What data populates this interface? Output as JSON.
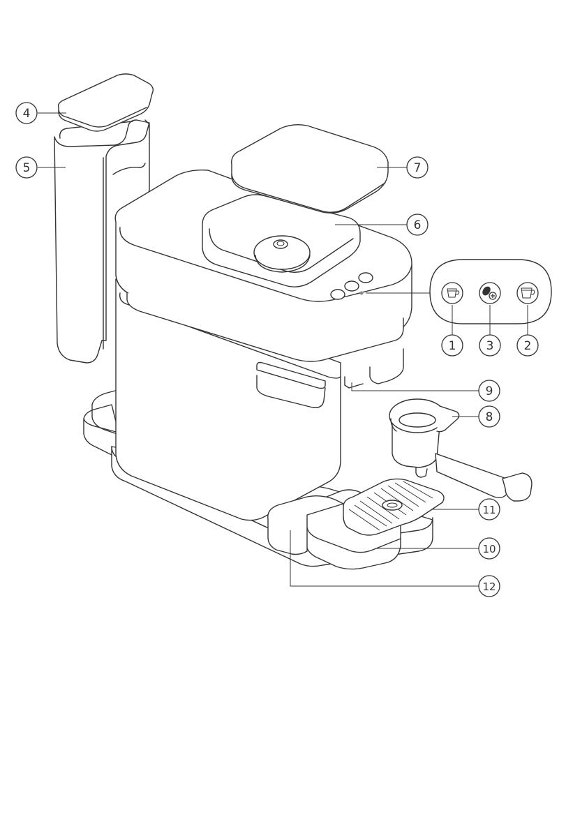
{
  "callouts": [
    {
      "id": "4",
      "label": "4"
    },
    {
      "id": "5",
      "label": "5"
    },
    {
      "id": "7",
      "label": "7"
    },
    {
      "id": "6",
      "label": "6"
    },
    {
      "id": "1",
      "label": "1"
    },
    {
      "id": "3",
      "label": "3"
    },
    {
      "id": "2",
      "label": "2"
    },
    {
      "id": "9",
      "label": "9"
    },
    {
      "id": "8",
      "label": "8"
    },
    {
      "id": "11",
      "label": "11"
    },
    {
      "id": "10",
      "label": "10"
    },
    {
      "id": "12",
      "label": "12"
    }
  ],
  "control_panel": {
    "buttons": [
      {
        "icon": "espresso-cup-icon"
      },
      {
        "icon": "bean-plus-icon"
      },
      {
        "icon": "large-cup-icon"
      }
    ]
  },
  "colors": {
    "line": "#333333",
    "background": "#ffffff"
  }
}
